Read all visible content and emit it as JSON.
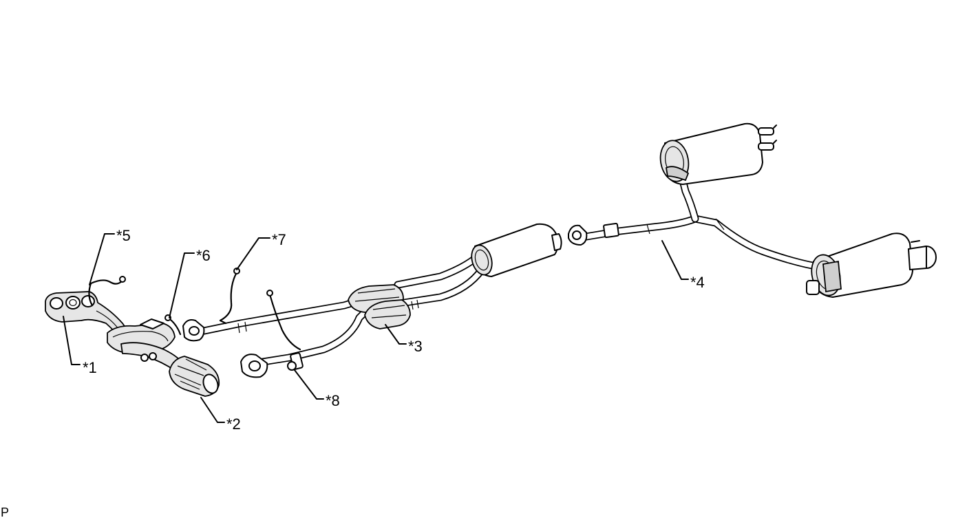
{
  "diagram": {
    "callouts": [
      {
        "id": "c1",
        "label": "*1"
      },
      {
        "id": "c2",
        "label": "*2"
      },
      {
        "id": "c3",
        "label": "*3"
      },
      {
        "id": "c4",
        "label": "*4"
      },
      {
        "id": "c5",
        "label": "*5"
      },
      {
        "id": "c6",
        "label": "*6"
      },
      {
        "id": "c7",
        "label": "*7"
      },
      {
        "id": "c8",
        "label": "*8"
      }
    ],
    "corner_code": "P"
  }
}
